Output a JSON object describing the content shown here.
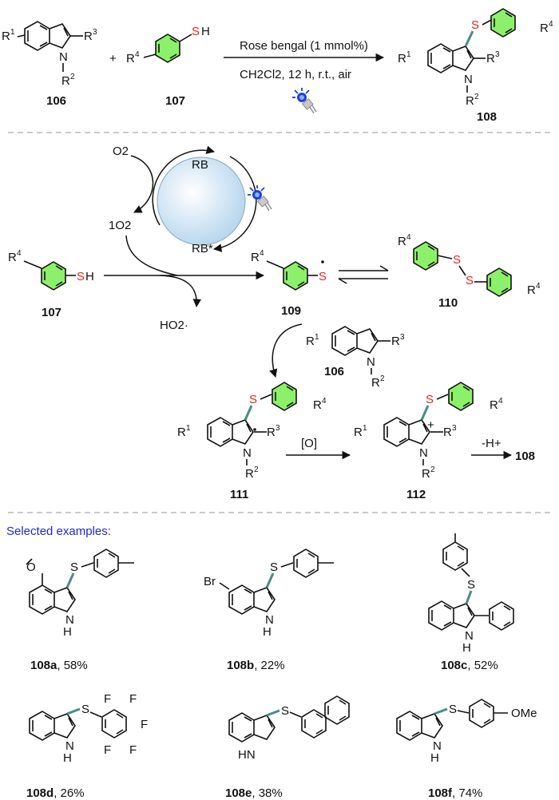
{
  "top_reaction": {
    "reagent_line": "Rose bengal (1 mmol%)",
    "conditions_line": "CH2Cl2, 12 h, r.t., air",
    "plus": "+"
  },
  "compounds": {
    "c106": "106",
    "c107": "107",
    "c108": "108",
    "c109": "109",
    "c110": "110",
    "c111": "111",
    "c112": "112"
  },
  "mechanism": {
    "o2": "O2",
    "singlet_o2": "1O2",
    "rb": "RB",
    "rb_star": "RB*",
    "hoo": "HO2·",
    "oxidant": "[O]",
    "deprotonation": "-H+",
    "product": "108"
  },
  "examples_heading": "Selected examples:",
  "examples": [
    {
      "id": "108a",
      "yield": ", 58%"
    },
    {
      "id": "108b",
      "yield": ", 22%"
    },
    {
      "id": "108c",
      "yield": ", 52%"
    },
    {
      "id": "108d",
      "yield": ", 26%"
    },
    {
      "id": "108e",
      "yield": ", 38%"
    },
    {
      "id": "108f",
      "yield": ", 74%"
    }
  ],
  "colors": {
    "sulfur": "#e8261c",
    "aryl_ring": "#8df06a",
    "heading": "#1a2bd6",
    "cs_bond": "#4a8c86"
  },
  "icons": [
    "blue-light-lamp-icon"
  ]
}
